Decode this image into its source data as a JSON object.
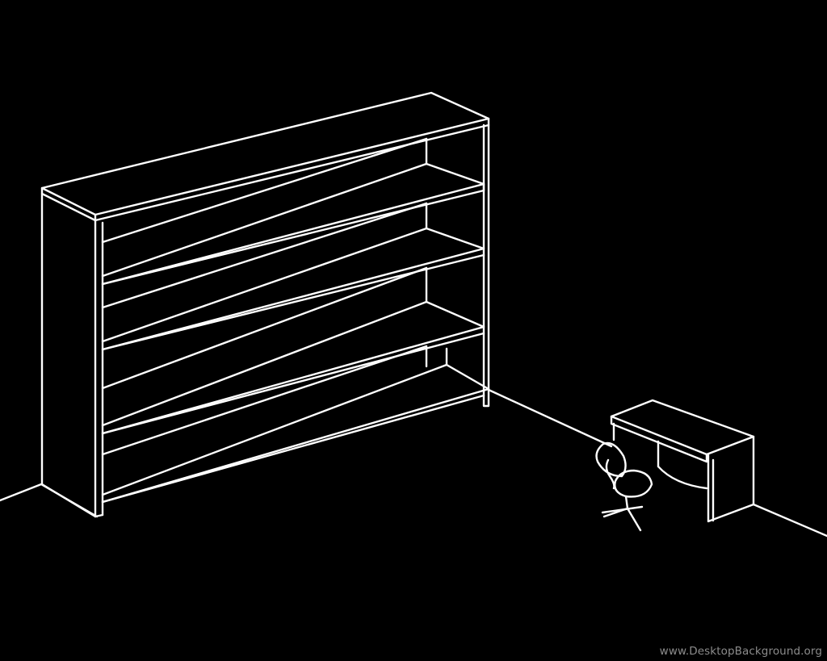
{
  "image": {
    "description": "White line drawing on black background of an empty wide bookshelf against a wall corner, with a small desk and office chair in the distance",
    "background_color": "#000000",
    "line_color": "#ffffff",
    "objects": [
      "bookshelf",
      "desk",
      "office-chair",
      "wall-floor-edge"
    ]
  },
  "watermark": {
    "text": "www.DesktopBackground.org",
    "color": "#8c8c8c"
  }
}
